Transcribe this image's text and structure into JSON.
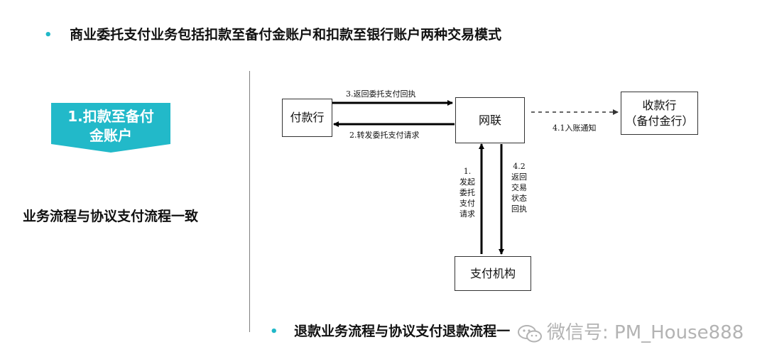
{
  "top_bullet": "商业委托支付业务包括扣款至备付金账户和扣款至银行账户两种交易模式",
  "banner": {
    "line1": "1.扣款至备付",
    "line2": "金账户",
    "color": "#22b9c9"
  },
  "left_description": "业务流程与协议支付流程一致",
  "diagram": {
    "boxes": {
      "payer": "付款行",
      "unionpay": "网联",
      "payee_line1": "收款行",
      "payee_line2": "（备付金行）",
      "payment_institution": "支付机构"
    },
    "edges": {
      "e3": "3.返回委托支付回执",
      "e2": "2.转发委托支付请求",
      "e41": "4.1入账通知",
      "e1": [
        "1.",
        "发起",
        "委托",
        "支付",
        "请求"
      ],
      "e42": [
        "4.2",
        "返回",
        "交易",
        "状态",
        "回执"
      ]
    }
  },
  "bottom_bullet": "退款业务流程与协议支付退款流程一",
  "watermark": "微信号: PM_House888",
  "bullet_glyph": "•"
}
